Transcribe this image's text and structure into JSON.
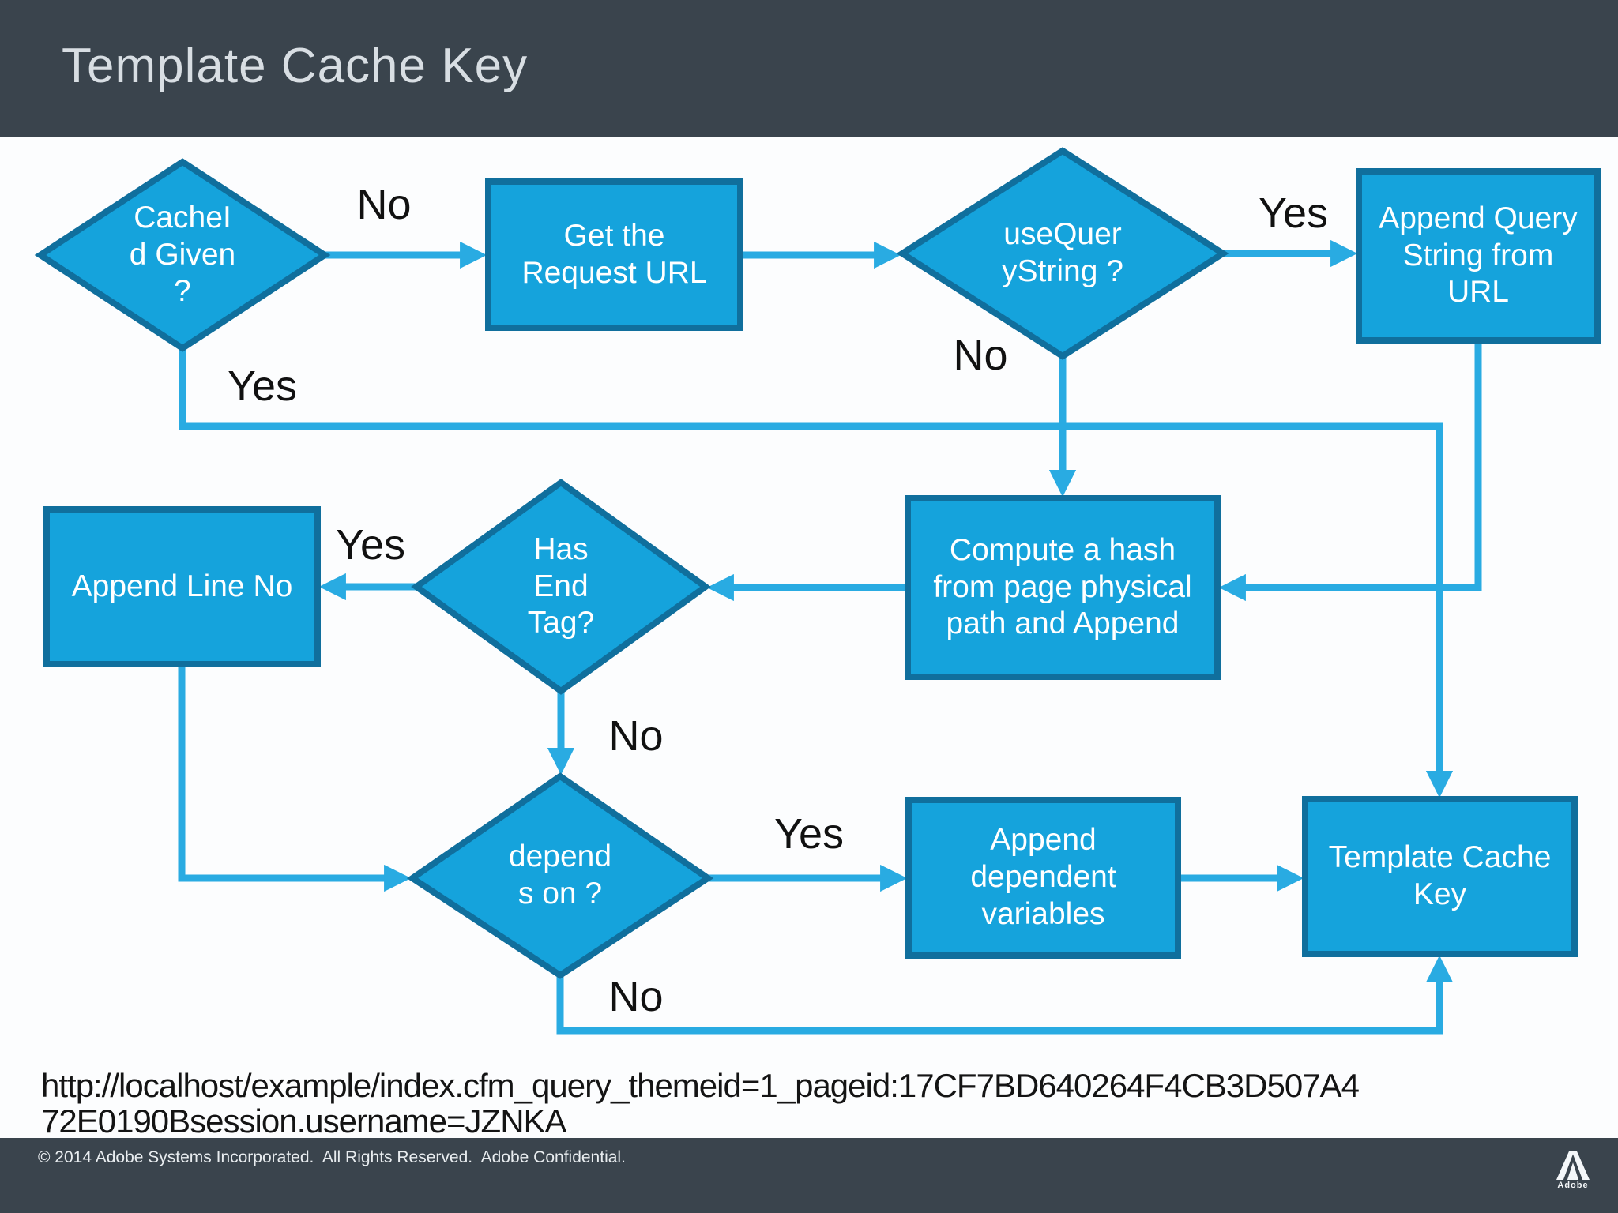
{
  "header": {
    "title": "Template Cache Key"
  },
  "flowchart": {
    "nodes": {
      "cacheid_given": {
        "type": "decision",
        "label": "CacheI\nd Given\n?"
      },
      "get_request_url": {
        "type": "process",
        "label": "Get the\nRequest URL"
      },
      "use_query_string": {
        "type": "decision",
        "label": "useQuer\nyString ?"
      },
      "append_query_string": {
        "type": "process",
        "label": "Append Query\nString from\nURL"
      },
      "compute_hash": {
        "type": "process",
        "label": "Compute a hash\nfrom page physical\npath and Append"
      },
      "has_end_tag": {
        "type": "decision",
        "label": "Has\nEnd\nTag?"
      },
      "append_line_no": {
        "type": "process",
        "label": "Append Line No"
      },
      "depends_on": {
        "type": "decision",
        "label": "depend\ns on ?"
      },
      "append_dependent_variables": {
        "type": "process",
        "label": "Append\ndependent\nvariables"
      },
      "template_cache_key": {
        "type": "process",
        "label": "Template Cache\nKey"
      }
    },
    "edge_labels": {
      "cacheid_no": "No",
      "cacheid_yes": "Yes",
      "usequery_yes": "Yes",
      "usequery_no": "No",
      "hasendtag_yes": "Yes",
      "hasendtag_no": "No",
      "dependson_yes": "Yes",
      "dependson_no": "No"
    },
    "colors": {
      "node_fill": "#15a3dc",
      "node_border": "#106f9d",
      "connector": "#29abe2",
      "node_text": "#ffffff",
      "edge_label_text": "#111111",
      "header_bg": "#3a444d",
      "header_text": "#d8dee3"
    }
  },
  "url_text": {
    "line1": "http://localhost/example/index.cfm_query_themeid=1_pageid:17CF7BD640264F4CB3D507A4",
    "line2": "72E0190Bsession.username=JZNKA"
  },
  "footer": {
    "copyright": "© 2014 Adobe Systems Incorporated.  All Rights Reserved.  Adobe Confidential.",
    "logo_text": "Adobe"
  }
}
